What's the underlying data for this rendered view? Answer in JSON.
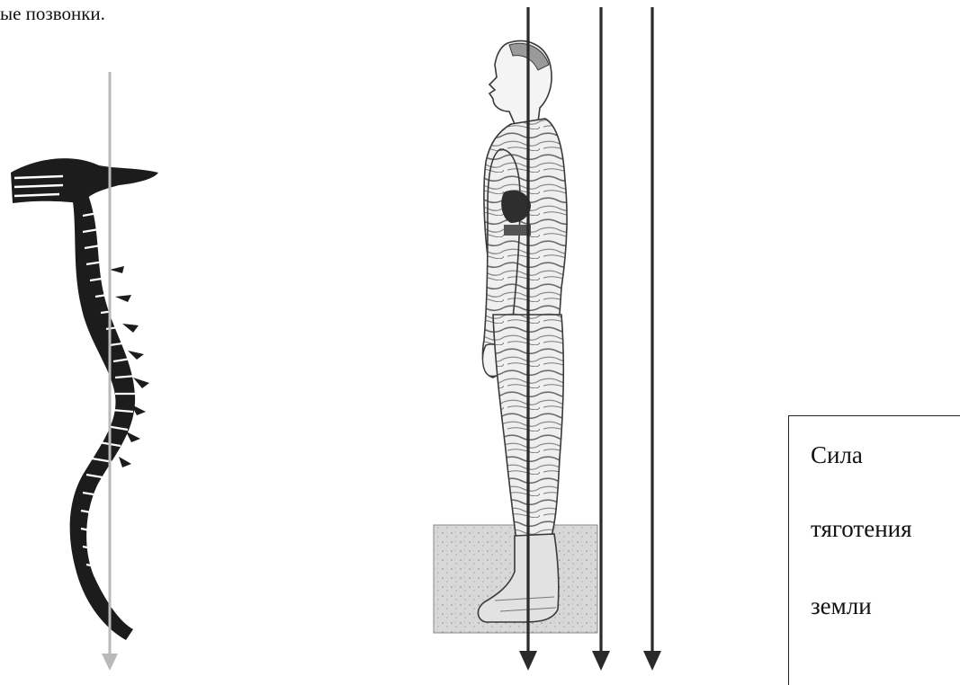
{
  "caption_top": "ые позвонки.",
  "legend": {
    "line1": "Сила",
    "line2": "тяготения",
    "line3": "земли"
  },
  "colors": {
    "spine_axis": "#b9b9b9",
    "gravity_arrows": "#2a2a2a",
    "bone": "#1c1c1c",
    "ground": "#cfcfcf"
  }
}
